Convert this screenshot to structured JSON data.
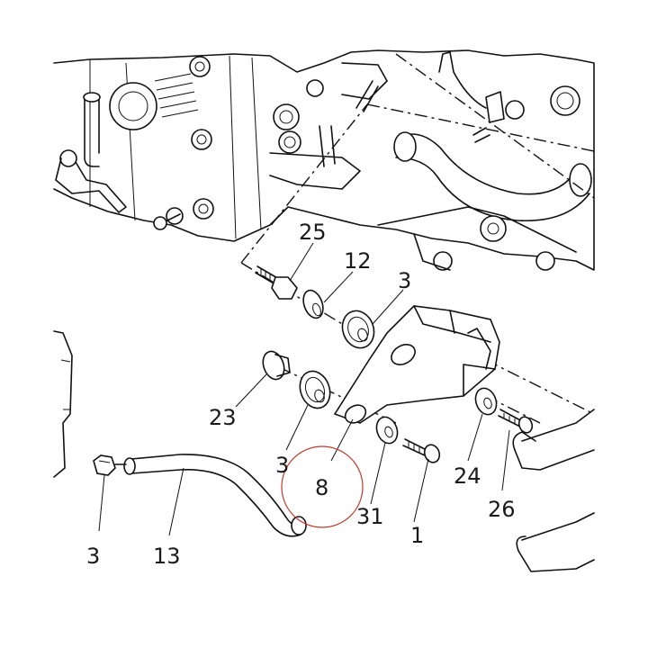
{
  "diagram": {
    "callouts": [
      {
        "id": "c25",
        "text": "25"
      },
      {
        "id": "c12",
        "text": "12"
      },
      {
        "id": "c3a",
        "text": "3"
      },
      {
        "id": "c23",
        "text": "23"
      },
      {
        "id": "c3b",
        "text": "3"
      },
      {
        "id": "c8",
        "text": "8"
      },
      {
        "id": "c24",
        "text": "24"
      },
      {
        "id": "c26",
        "text": "26"
      },
      {
        "id": "c31",
        "text": "31"
      },
      {
        "id": "c1",
        "text": "1"
      },
      {
        "id": "c3c",
        "text": "3"
      },
      {
        "id": "c13",
        "text": "13"
      }
    ],
    "highlight_color": "#c0392b",
    "line_color": "#111111"
  }
}
